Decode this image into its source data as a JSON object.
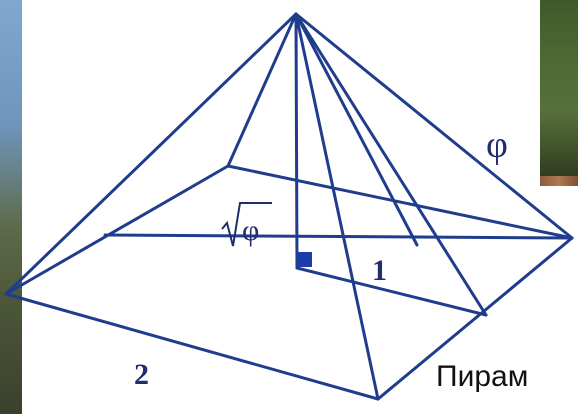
{
  "diagram": {
    "labels": {
      "phi": "φ",
      "sqrt_phi": "φ",
      "one": "1",
      "two": "2"
    },
    "line_color": "#1f3d8c",
    "label_color": "#1f2e6d",
    "right_angle_color": "#1f3da8"
  },
  "caption": {
    "text": "Пирам"
  }
}
